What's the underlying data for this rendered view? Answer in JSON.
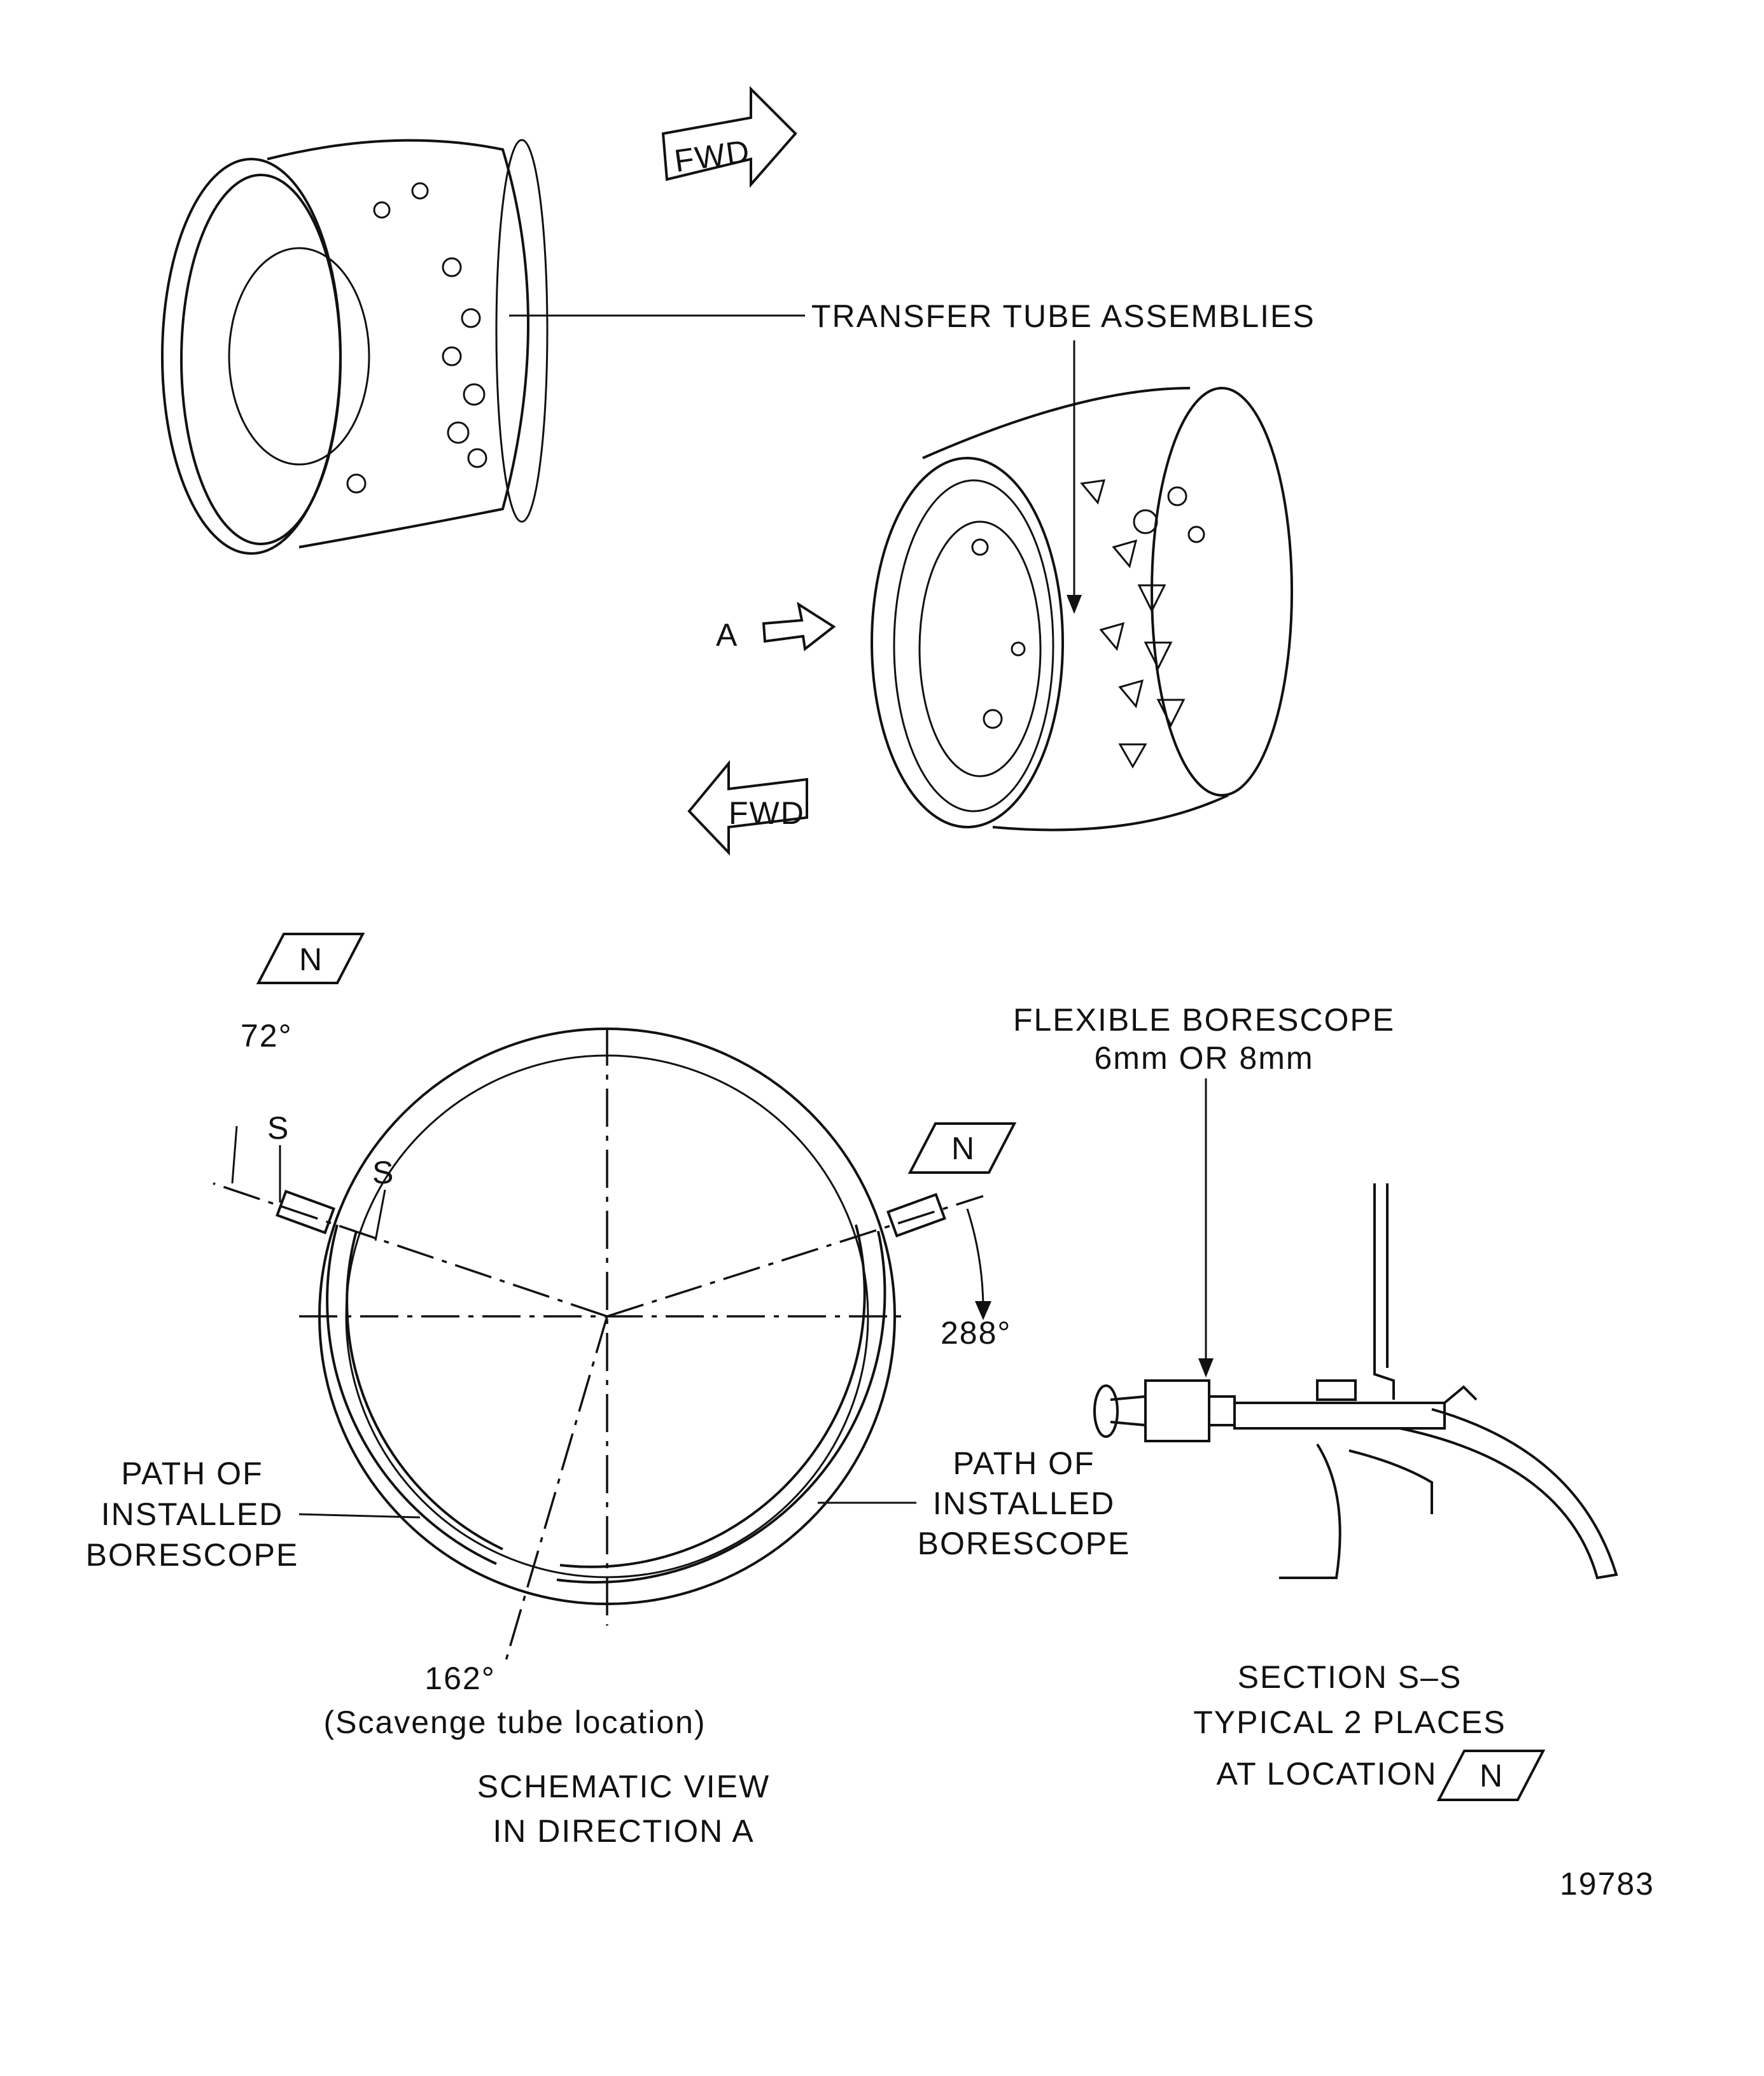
{
  "labels": {
    "fwd_top": "FWD",
    "fwd_bottom": "FWD",
    "transfer_tubes": "TRANSFER TUBE ASSEMBLIES",
    "direction_a": "A",
    "location_n_left": "N",
    "location_n_right": "N",
    "location_n_section": "N",
    "angle_72": "72°",
    "angle_288": "288°",
    "angle_162": "162°",
    "scavenge_note": "(Scavenge tube location)",
    "section_s_1": "S",
    "section_s_2": "S",
    "path_left": [
      "PATH OF",
      "INSTALLED",
      "BORESCOPE"
    ],
    "path_right": [
      "PATH OF",
      "INSTALLED",
      "BORESCOPE"
    ],
    "borescope_title": [
      "FLEXIBLE BORESCOPE",
      "6mm OR 8mm"
    ],
    "schematic_caption": [
      "SCHEMATIC VIEW",
      "IN DIRECTION A"
    ],
    "section_caption": [
      "SECTION S–S",
      "TYPICAL 2 PLACES",
      "AT LOCATION"
    ],
    "figure_number": "19783"
  }
}
